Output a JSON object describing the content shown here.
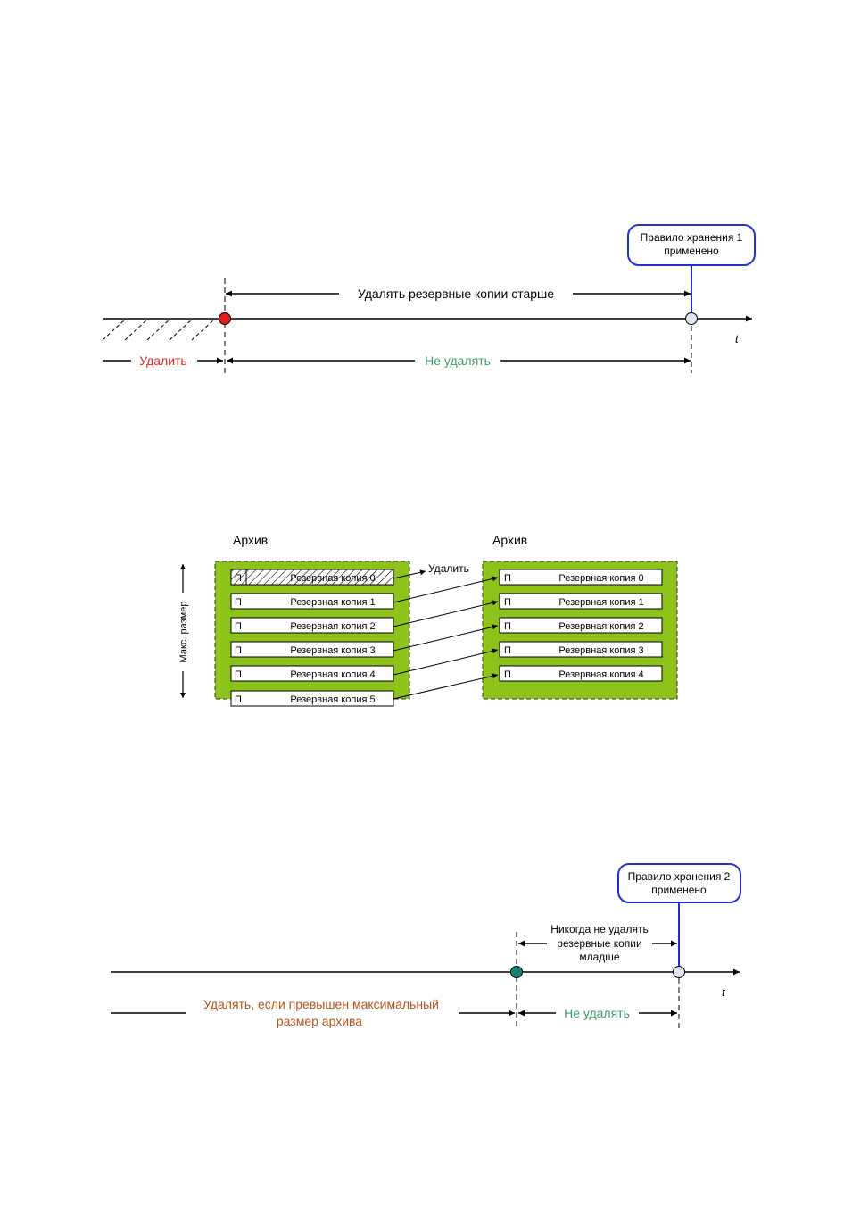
{
  "diagram1": {
    "callout_line1": "Правило хранения 1",
    "callout_line2": "применено",
    "top_label": "Удалять резервные копии старше",
    "time_label": "t",
    "delete_label": "Удалить",
    "keep_label": "Не удалять",
    "colors": {
      "delete": "#e8231f",
      "keep": "#3f9e6e",
      "callout_border": "#2230d8",
      "start_point": "#e41c1c"
    }
  },
  "diagram2": {
    "archive_left_title": "Архив",
    "archive_right_title": "Архив",
    "max_size_label": "Макс. размер",
    "delete_label": "Удалить",
    "left_items": [
      {
        "p": "П",
        "label": "Резервная копия 0"
      },
      {
        "p": "П",
        "label": "Резервная копия 1"
      },
      {
        "p": "П",
        "label": "Резервная копия 2"
      },
      {
        "p": "П",
        "label": "Резервная копия 3"
      },
      {
        "p": "П",
        "label": "Резервная копия 4"
      },
      {
        "p": "П",
        "label": "Резервная копия 5"
      }
    ],
    "right_items": [
      {
        "p": "П",
        "label": "Резервная копия 0"
      },
      {
        "p": "П",
        "label": "Резервная копия 1"
      },
      {
        "p": "П",
        "label": "Резервная копия 2"
      },
      {
        "p": "П",
        "label": "Резервная копия 3"
      },
      {
        "p": "П",
        "label": "Резервная копия 4"
      }
    ],
    "colors": {
      "archive_fill": "#8cc21a"
    }
  },
  "diagram3": {
    "callout_line1": "Правило хранения 2",
    "callout_line2": "применено",
    "never_delete_line1": "Никогда не удалять",
    "never_delete_line2": "резервные копии",
    "never_delete_line3": "младше",
    "time_label": "t",
    "delete_if_line1": "Удалять, если превышен максимальный",
    "delete_if_line2": "размер архива",
    "keep_label": "Не удалять",
    "colors": {
      "delete_if": "#b5541a",
      "keep": "#3f9e6e",
      "callout_border": "#2230d8",
      "start_point": "#1c7d74"
    }
  }
}
